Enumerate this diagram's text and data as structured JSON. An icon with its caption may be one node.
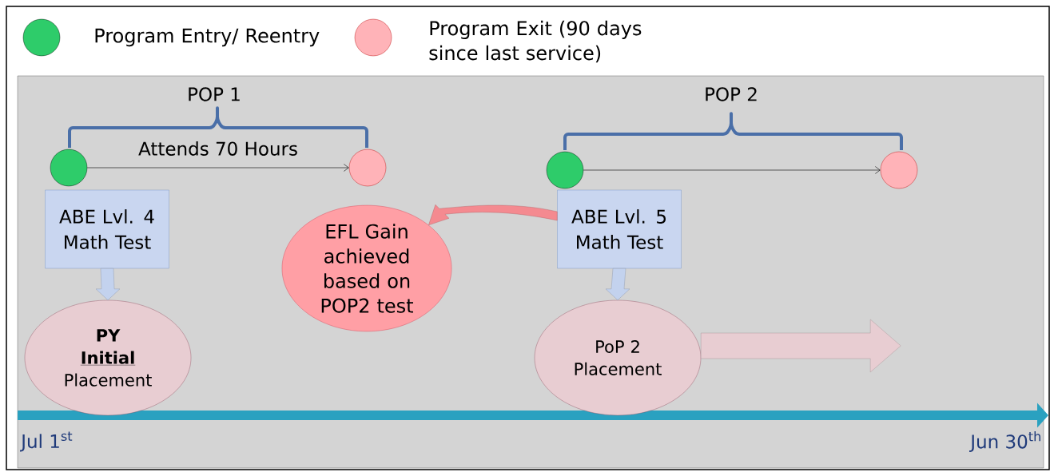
{
  "diagram": {
    "nodes": [
      {
        "text": [],
        "shape": "circle"
      },
      {
        "text": [],
        "shape": "circle"
      },
      {
        "text": [],
        "shape": "circle"
      },
      {
        "text": [],
        "shape": "circle"
      },
      {
        "text": [
          "ABE Lvl. 4 Math Test"
        ]
      },
      {
        "text": [
          "PY",
          "Initial",
          "Placement"
        ]
      },
      {
        "text": [
          "EFL Gain achieved based on POP2 test"
        ]
      },
      {
        "text": [
          "ABE Lvl. 5 Math Test"
        ]
      },
      {
        "text": [
          "PoP 2 Placement"
        ]
      }
    ],
    "edges": [
      {
        "from": 0,
        "to": 1,
        "arrow": "to",
        "label": "Attends 70 Hours"
      },
      {
        "from": 2,
        "to": 3,
        "arrow": "to"
      },
      {
        "from": 4,
        "to": 5,
        "arrow": "to",
        "color": "#c3d2ee"
      },
      {
        "from": 7,
        "to": 8,
        "arrow": "to",
        "color": "#c3d2ee"
      },
      {
        "from": 7,
        "to": 6,
        "arrow": "to",
        "color": "#f48a90"
      },
      {
        "from": 8,
        "to": null,
        "arrow": "to",
        "color": "#e8cdd2"
      }
    ],
    "labels": [
      "POP 1",
      "POP 2",
      "Jul 1$^{st}$",
      "Jun 30$^{th}$"
    ],
    "legend": [
      {
        "text": "Program Entry/ Reentry",
        "color": "#2ecc6a"
      },
      {
        "text": "Program Exit (90 days since last service)",
        "color": "#ffb3b8"
      }
    ]
  }
}
